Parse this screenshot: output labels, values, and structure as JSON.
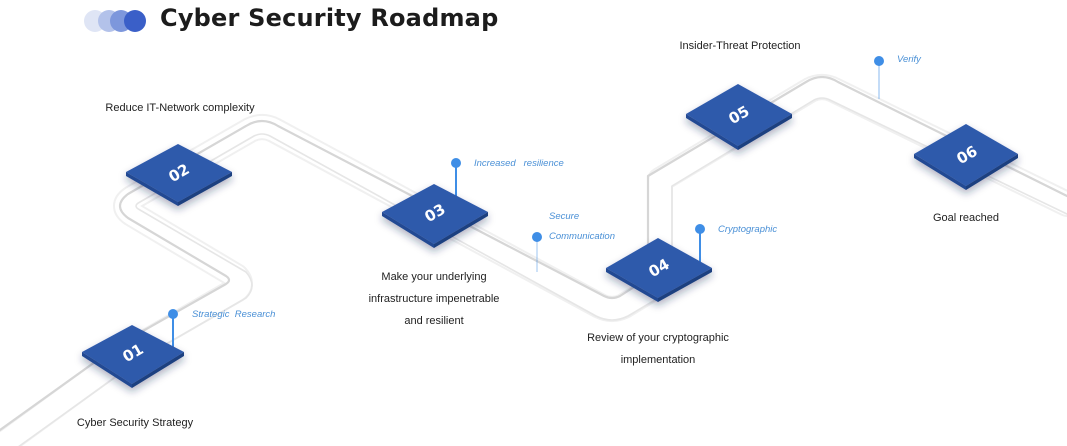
{
  "title": "Cyber Security Roadmap",
  "colors": {
    "tile": "#2f5aab",
    "tile_dark": "#244a93",
    "pin": "#3f8ee6",
    "note": "#4a90d6",
    "road_edge": "#d6d6d6"
  },
  "milestones": [
    {
      "number": "01",
      "label_lines": [
        "Cyber Security Strategy"
      ],
      "note_lines": [
        "Strategic  Research"
      ]
    },
    {
      "number": "02",
      "label_lines": [
        "Reduce IT-Network complexity"
      ],
      "note_lines": []
    },
    {
      "number": "03",
      "label_lines": [
        "Make your underlying",
        "infrastructure impenetrable",
        "and resilient"
      ],
      "note_lines": [
        "Increased   resilience"
      ]
    },
    {
      "number": "04",
      "label_lines": [
        "Review of your cryptographic",
        "implementation"
      ],
      "note_lines": [
        "Secure",
        "Communication"
      ],
      "extra_note_lines": [
        "Cryptographic"
      ]
    },
    {
      "number": "05",
      "label_lines": [
        "Insider-Threat Protection"
      ],
      "note_lines": []
    },
    {
      "number": "06",
      "label_lines": [
        "Goal reached"
      ],
      "note_lines": [
        "Verify"
      ]
    }
  ]
}
